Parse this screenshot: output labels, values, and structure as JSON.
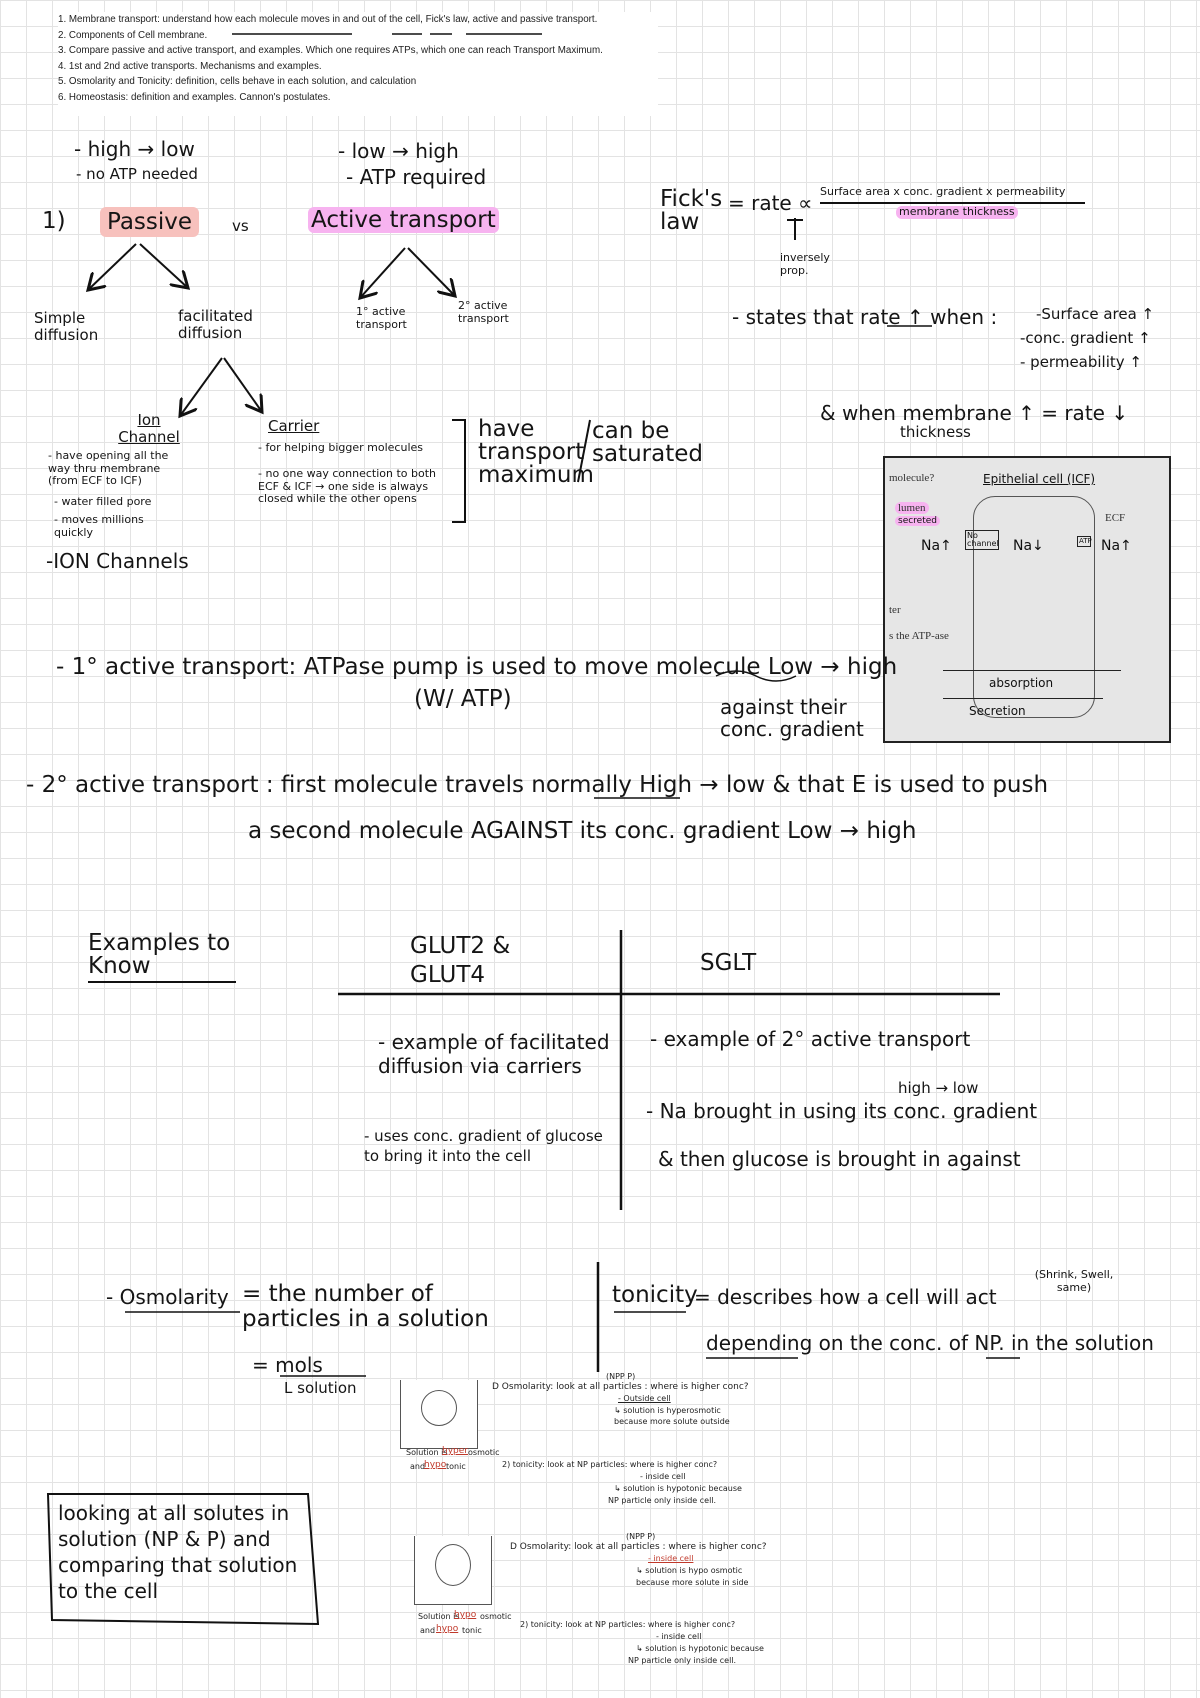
{
  "outline": [
    "1. Membrane transport: understand how each molecule moves in and out of the cell, Fick's law, active and passive transport.",
    "2. Components of Cell membrane.",
    "3. Compare passive and active transport, and examples. Which one requires ATPs, which one can reach Transport Maximum.",
    "4. 1st and 2nd active transports. Mechanisms and examples.",
    "5. Osmolarity and Tonicity: definition, cells behave in each solution, and calculation",
    "6. Homeostasis: definition and examples. Cannon's postulates."
  ],
  "passive": {
    "note1": "- high → low",
    "note2": "- no ATP needed",
    "number": "1)",
    "label": "Passive",
    "vs": "vs",
    "simple": "Simple diffusion",
    "facilitated": "facilitated diffusion",
    "ion_channel": "Ion Channel",
    "ion_notes": [
      "- have opening all the way thru membrane (from ECF to ICF)",
      "- water filled pore",
      "- moves millions quickly"
    ],
    "ion_channels_label": "-ION Channels",
    "carrier": "Carrier",
    "carrier_notes": [
      "- for helping bigger molecules",
      "- no one way connection to both ECF & ICF → one side is always closed while the other opens"
    ],
    "transport_max": "have transport maximum",
    "saturated": "can be saturated"
  },
  "active": {
    "note1": "- low → high",
    "note2": "- ATP required",
    "label": "Active transport",
    "primary": "1° active transport",
    "secondary": "2° active transport"
  },
  "ficks": {
    "label": "Fick's law",
    "eq": "= rate ∝",
    "numerator": "Surface area x conc. gradient x permeability",
    "denominator": "membrane thickness",
    "inverse": "inversely prop.",
    "states": "- states that rate ↑ when :",
    "conditions": [
      "-Surface area ↑",
      "-conc. gradient ↑",
      "- permeability ↑"
    ],
    "membrane": "& when membrane ↑ = rate ↓",
    "thickness": "thickness"
  },
  "epithelial": {
    "cell_label": "Epithelial cell (ICF)",
    "ecf": "ECF",
    "lumen": "lumen",
    "secreted": "secreted",
    "na_up": "Na↑",
    "no_channel": "No channel",
    "na_down": "Na↓",
    "atp": "ATP",
    "na_up2": "Na↑",
    "absorption": "absorption",
    "secretion": "Secretion",
    "printed_frag1": "molecule?",
    "printed_frag2": "ter",
    "printed_frag3": "s the ATP-ase"
  },
  "primary_line": {
    "text": "- 1° active transport: ATPase pump is used to move molecule Low → high",
    "watp": "(W/ ATP)",
    "against": "against their conc. gradient"
  },
  "secondary_line": {
    "line1": "- 2° active transport : first molecule travels normally High → low & that E is used to push",
    "line2": "a second molecule AGAINST its conc. gradient Low → high"
  },
  "examples": {
    "title": "Examples to Know",
    "col1_header": "GLUT2 & GLUT4",
    "col2_header": "SGLT",
    "glut_note1": "- example of facilitated diffusion via carriers",
    "glut_note2": "- uses conc. gradient of glucose to bring it into the cell",
    "sglt_note1": "- example of 2° active transport",
    "sglt_highlow": "high → low",
    "sglt_note2": "- Na brought in using its conc. gradient",
    "sglt_note3": "& then glucose is brought in against"
  },
  "osmolarity": {
    "term": "- Osmolarity",
    "def": "= the number of particles in a solution",
    "formula_num": "= mols",
    "formula_den": "L solution",
    "box": "looking at all solutes in solution (NP & P) and comparing that solution to the cell"
  },
  "tonicity": {
    "term": "tonicity",
    "def": "= describes how a cell will act",
    "paren": "(Shrink, Swell, same)",
    "def2": "depending on the conc. of NP. in the solution"
  },
  "thumb1": {
    "solution": "Solution is",
    "hyper": "hyper",
    "osmotic": "osmotic",
    "and": "and",
    "hypo": "hypo",
    "tonic": "tonic",
    "npp": "(NPP P)",
    "osm": "D Osmolarity: look at all particles : where is higher conc?",
    "outside": "- Outside cell",
    "res1": "↳ solution is hyperosmotic",
    "res2": "because more solute outside",
    "ton": "2) tonicity: look at NP particles: where is higher conc?",
    "inside": "- inside cell",
    "res3": "↳ solution is hypotonic because",
    "res4": "NP particle only inside cell."
  },
  "thumb2": {
    "solution": "Solution is",
    "hypo1": "hypo",
    "osmotic": "osmotic",
    "and": "and",
    "hypo2": "hypo",
    "tonic": "tonic",
    "npp": "(NPP P)",
    "osm": "D Osmolarity: look at all particles : where is higher conc?",
    "inside": "- inside cell",
    "res1": "↳ solution is hypo osmotic",
    "res2": "because more solute in side",
    "ton": "2) tonicity: look at NP particles: where is higher conc?",
    "inside2": "- inside cell",
    "res3": "↳ solution is hypotonic because",
    "res4": "NP particle only inside cell."
  }
}
